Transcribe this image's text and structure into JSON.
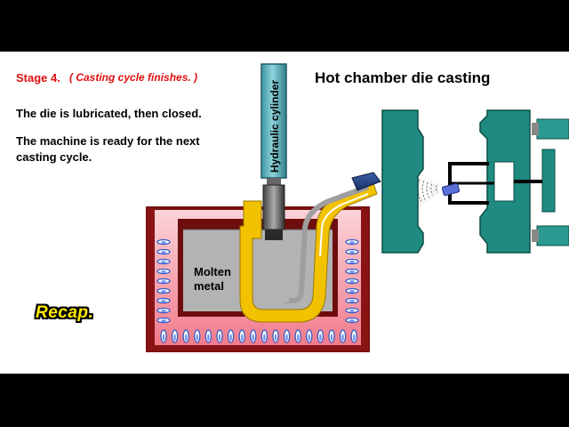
{
  "stage": {
    "label": "Stage 4.",
    "description": "( Casting cycle finishes. )"
  },
  "title": "Hot chamber die casting",
  "instructions": {
    "line1": "The die is lubricated, then closed.",
    "line2": "The machine is ready for the next casting cycle."
  },
  "recap_label": "Recap.",
  "diagram": {
    "cylinder_label": "Hydraulic cylinder",
    "pot_label": "Molten metal"
  },
  "colors": {
    "stage_text": "#e01010",
    "die": "#1f8a80",
    "gooseneck": "#f2c200",
    "furnace_heat": "#f28a9a",
    "metal": "#b3b3b3",
    "cylinder": "#5ab4c0",
    "recap": "#ffe800"
  },
  "icons": [
    "flame-icon",
    "spray-icon"
  ]
}
